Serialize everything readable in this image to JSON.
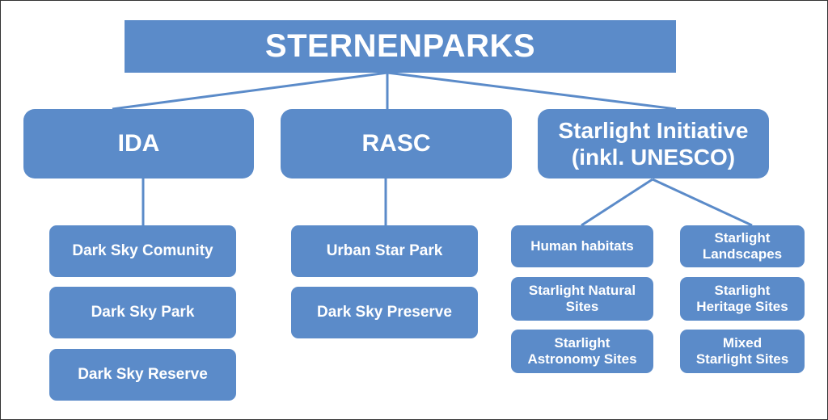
{
  "diagram": {
    "root": {
      "label": "STERNENPARKS"
    },
    "categories": [
      {
        "label": "IDA",
        "items": [
          "Dark Sky Comunity",
          "Dark Sky Park",
          "Dark Sky Reserve"
        ]
      },
      {
        "label": "RASC",
        "items": [
          "Urban Star Park",
          "Dark Sky Preserve"
        ]
      },
      {
        "label": "Starlight Initiative\n(inkl. UNESCO)",
        "items": [
          "Human habitats",
          "Starlight Natural\nSites",
          "Starlight\nAstronomy Sites",
          "Starlight\nLandscapes",
          "Starlight\nHeritage Sites",
          "Mixed\nStarlight Sites"
        ]
      }
    ]
  },
  "colors": {
    "box_fill": "#5b8bc9",
    "connector": "#5b8bc9",
    "text": "#ffffff",
    "border": "#333333"
  }
}
